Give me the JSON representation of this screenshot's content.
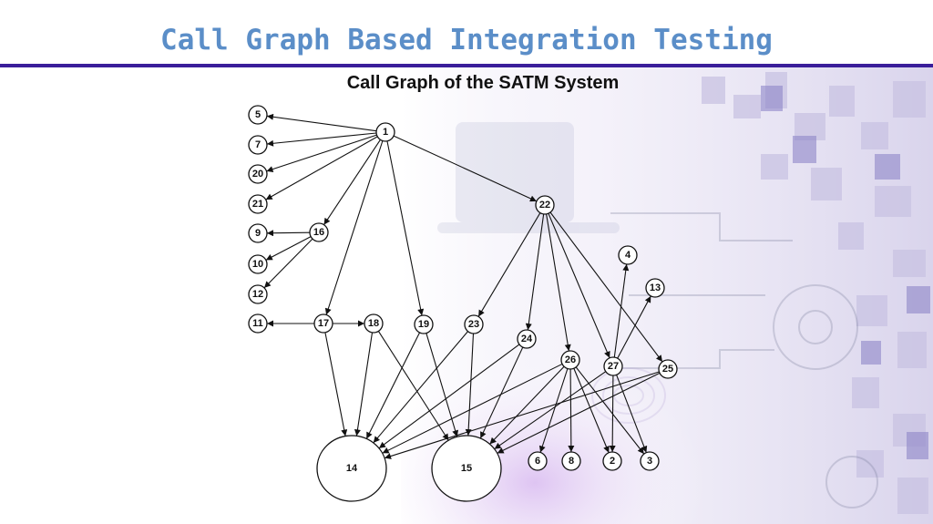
{
  "slide": {
    "title": "Call Graph Based Integration Testing"
  },
  "diagram": {
    "title": "Call Graph of the SATM System",
    "nodes": [
      {
        "id": "1",
        "label": "1"
      },
      {
        "id": "5",
        "label": "5"
      },
      {
        "id": "7",
        "label": "7"
      },
      {
        "id": "20",
        "label": "20"
      },
      {
        "id": "21",
        "label": "21"
      },
      {
        "id": "9",
        "label": "9"
      },
      {
        "id": "16",
        "label": "16"
      },
      {
        "id": "10",
        "label": "10"
      },
      {
        "id": "12",
        "label": "12"
      },
      {
        "id": "11",
        "label": "11"
      },
      {
        "id": "17",
        "label": "17"
      },
      {
        "id": "18",
        "label": "18"
      },
      {
        "id": "19",
        "label": "19"
      },
      {
        "id": "23",
        "label": "23"
      },
      {
        "id": "22",
        "label": "22"
      },
      {
        "id": "24",
        "label": "24"
      },
      {
        "id": "26",
        "label": "26"
      },
      {
        "id": "27",
        "label": "27"
      },
      {
        "id": "25",
        "label": "25"
      },
      {
        "id": "4",
        "label": "4"
      },
      {
        "id": "13",
        "label": "13"
      },
      {
        "id": "14",
        "label": "14"
      },
      {
        "id": "15",
        "label": "15"
      },
      {
        "id": "6",
        "label": "6"
      },
      {
        "id": "8",
        "label": "8"
      },
      {
        "id": "2",
        "label": "2"
      },
      {
        "id": "3",
        "label": "3"
      }
    ],
    "edges": [
      [
        "1",
        "5"
      ],
      [
        "1",
        "7"
      ],
      [
        "1",
        "20"
      ],
      [
        "1",
        "21"
      ],
      [
        "1",
        "16"
      ],
      [
        "1",
        "17"
      ],
      [
        "1",
        "19"
      ],
      [
        "1",
        "22"
      ],
      [
        "16",
        "9"
      ],
      [
        "16",
        "10"
      ],
      [
        "16",
        "12"
      ],
      [
        "17",
        "11"
      ],
      [
        "17",
        "18"
      ],
      [
        "17",
        "14"
      ],
      [
        "18",
        "14"
      ],
      [
        "18",
        "15"
      ],
      [
        "19",
        "14"
      ],
      [
        "19",
        "15"
      ],
      [
        "23",
        "14"
      ],
      [
        "23",
        "15"
      ],
      [
        "22",
        "23"
      ],
      [
        "22",
        "24"
      ],
      [
        "22",
        "26"
      ],
      [
        "22",
        "27"
      ],
      [
        "22",
        "25"
      ],
      [
        "24",
        "14"
      ],
      [
        "24",
        "15"
      ],
      [
        "26",
        "14"
      ],
      [
        "26",
        "15"
      ],
      [
        "26",
        "6"
      ],
      [
        "26",
        "8"
      ],
      [
        "26",
        "2"
      ],
      [
        "26",
        "3"
      ],
      [
        "27",
        "4"
      ],
      [
        "27",
        "13"
      ],
      [
        "27",
        "15"
      ],
      [
        "27",
        "2"
      ],
      [
        "27",
        "3"
      ],
      [
        "25",
        "14"
      ],
      [
        "25",
        "15"
      ]
    ]
  }
}
